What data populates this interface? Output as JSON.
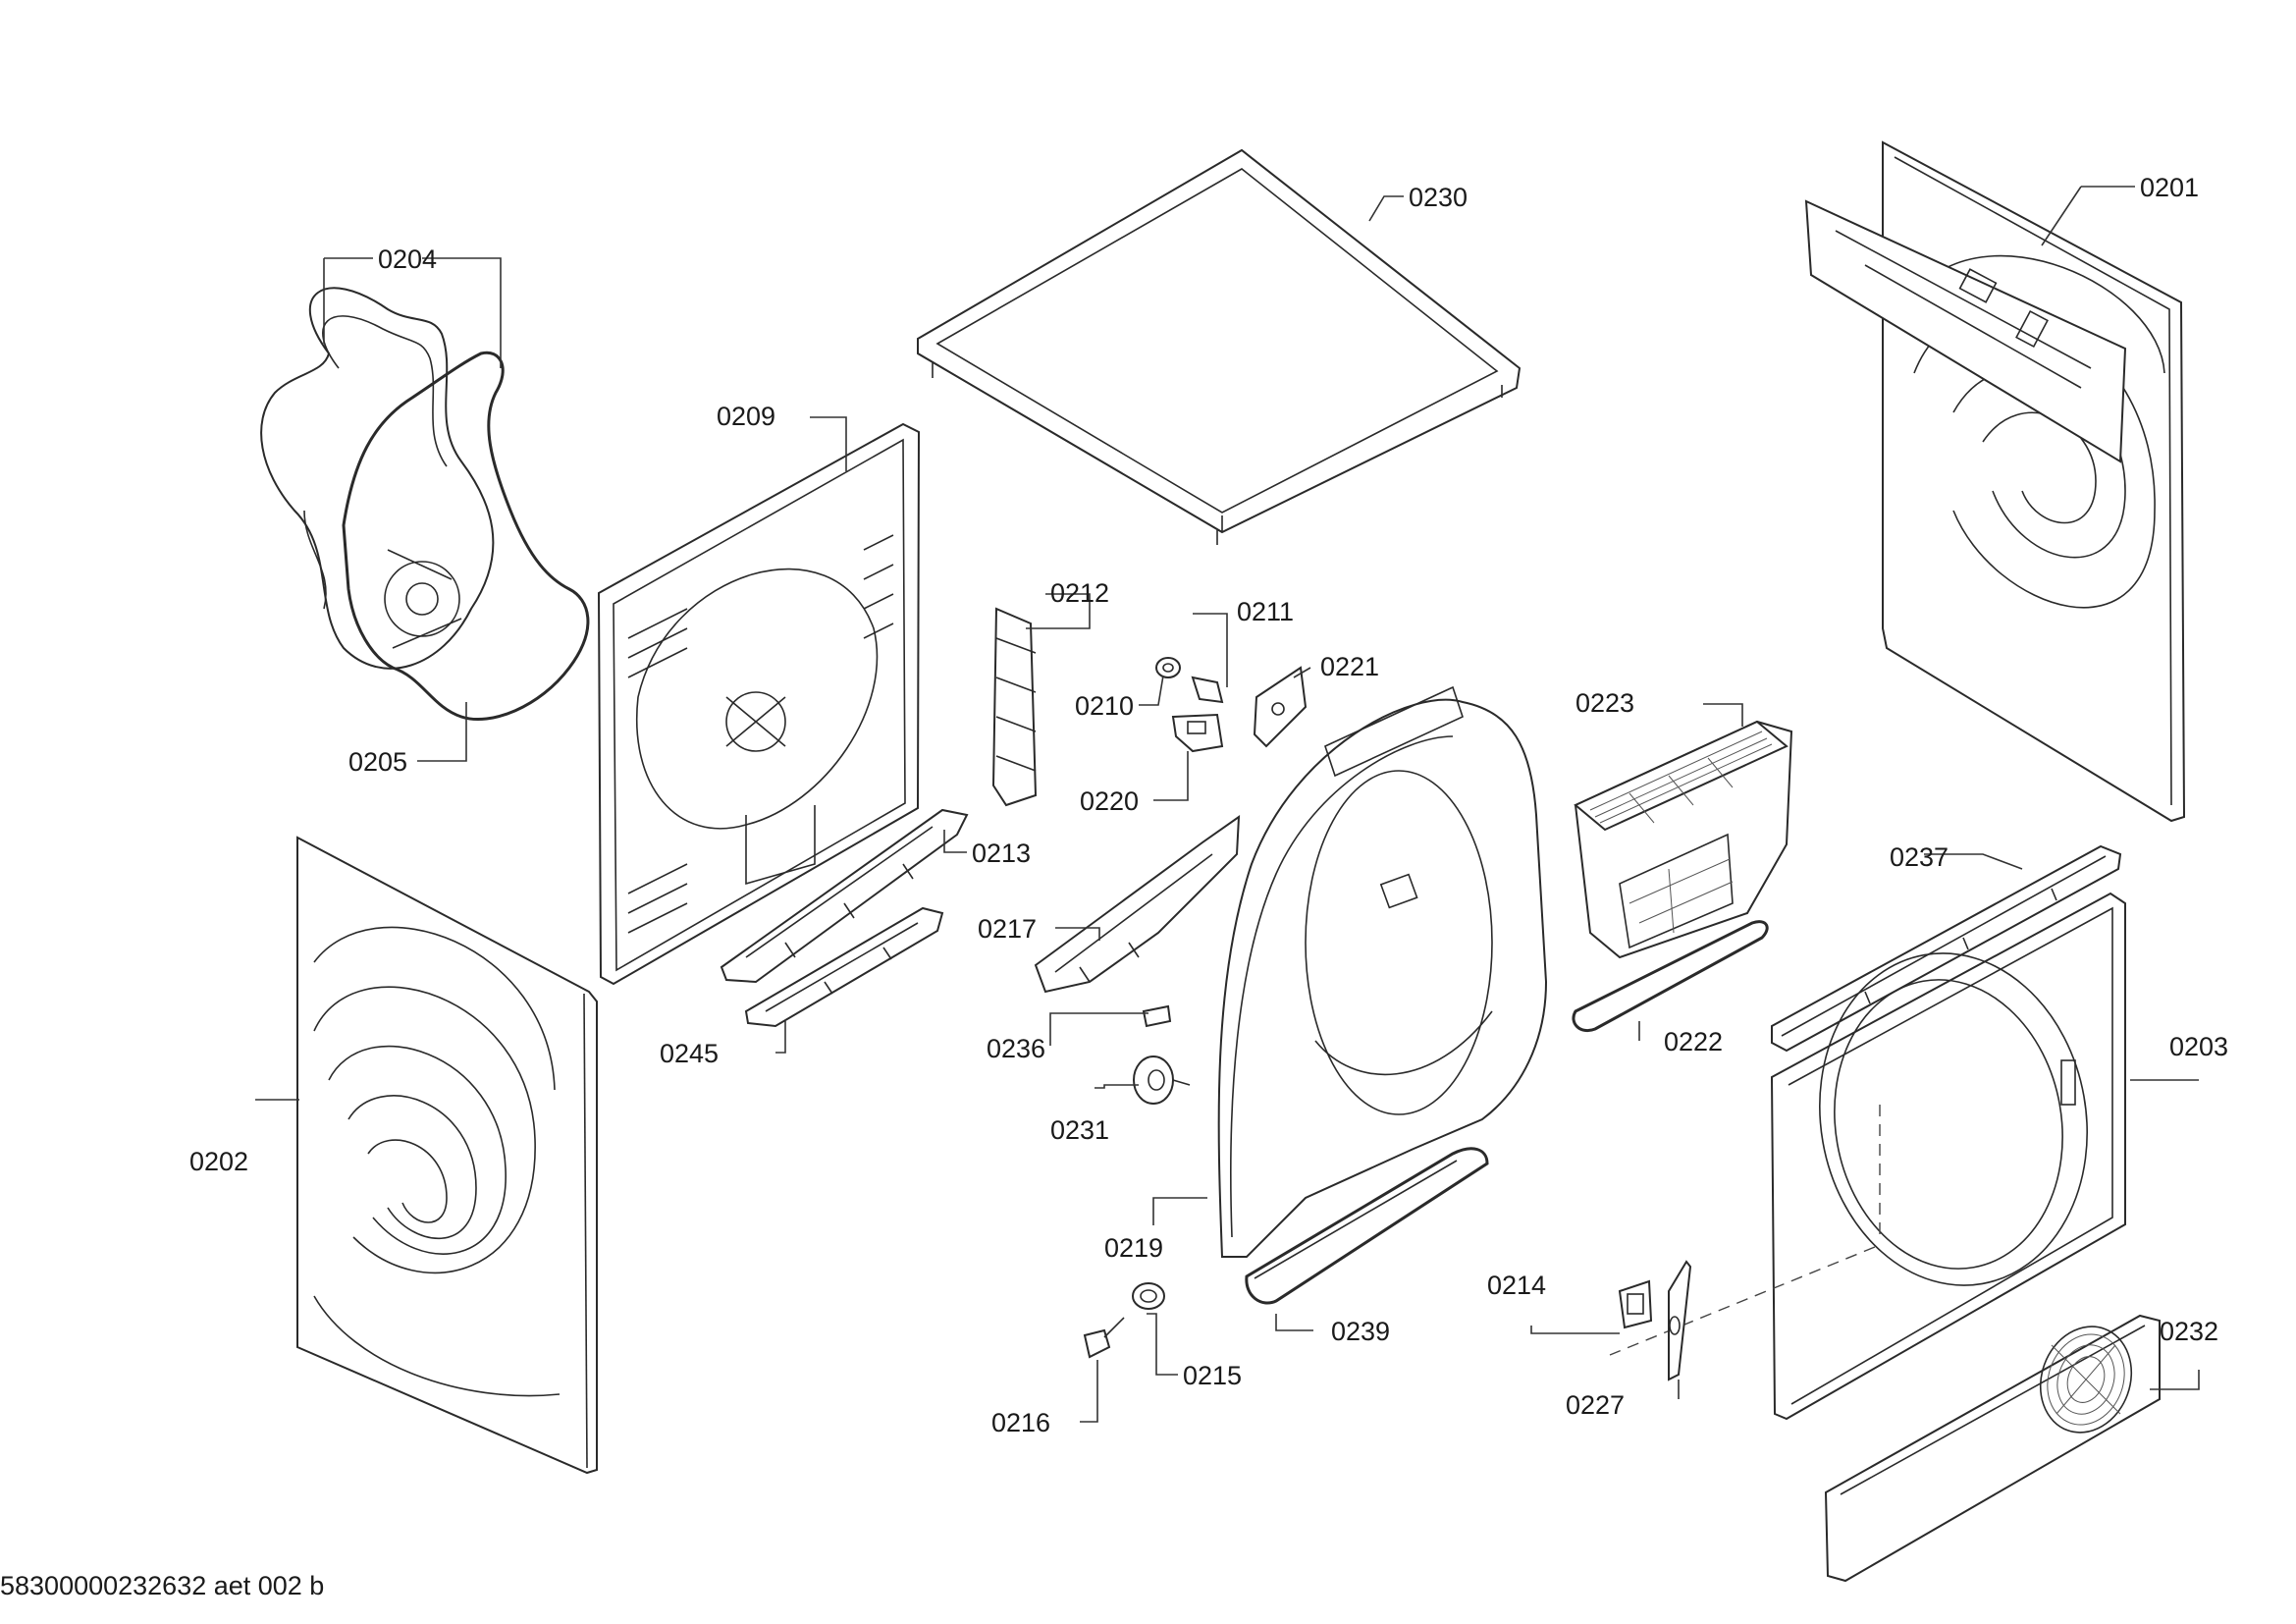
{
  "parts": {
    "p0201": "0201",
    "p0202": "0202",
    "p0203": "0203",
    "p0204": "0204",
    "p0205": "0205",
    "p0209": "0209",
    "p0210": "0210",
    "p0211": "0211",
    "p0212": "0212",
    "p0213": "0213",
    "p0214": "0214",
    "p0215": "0215",
    "p0216": "0216",
    "p0217": "0217",
    "p0219": "0219",
    "p0220": "0220",
    "p0221": "0221",
    "p0222": "0222",
    "p0223": "0223",
    "p0227": "0227",
    "p0230": "0230",
    "p0231": "0231",
    "p0232": "0232",
    "p0236": "0236",
    "p0237": "0237",
    "p0239": "0239",
    "p0245": "0245"
  },
  "footer": {
    "doc_id": "58300000232632 aet 002 b"
  }
}
